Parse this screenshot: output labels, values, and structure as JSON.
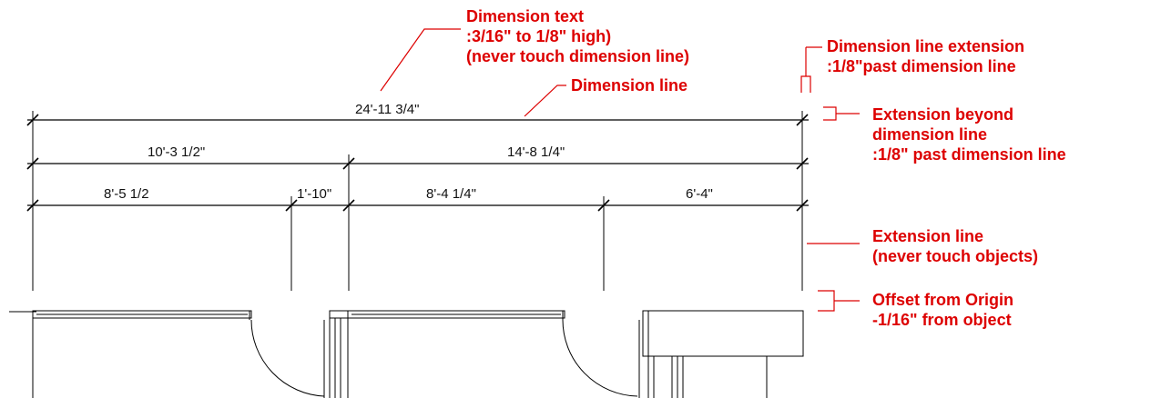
{
  "colors": {
    "annotation": "#dd0000",
    "linework": "#000000",
    "background": "#ffffff"
  },
  "dimensions": {
    "overall": "24'-11 3/4\"",
    "left_group": "10'-3 1/2\"",
    "right_group": "14'-8 1/4\"",
    "seg1": "8'-5 1/2",
    "seg2": "1'-10\"",
    "seg3": "8'-4 1/4\"",
    "seg4": "6'-4\""
  },
  "annotations": {
    "dimension_text": {
      "line1": "Dimension text",
      "line2": ":3/16\" to 1/8\" high)",
      "line3": "(never touch dimension line)"
    },
    "dimension_line": "Dimension line",
    "dimension_line_extension": {
      "line1": "Dimension line extension",
      "line2": ":1/8\"past dimension line"
    },
    "extension_beyond": {
      "line1": "Extension beyond",
      "line2": "dimension line",
      "line3": ":1/8\" past dimension line"
    },
    "extension_line": {
      "line1": "Extension line",
      "line2": "(never touch objects)"
    },
    "offset_from_origin": {
      "line1": "Offset from Origin",
      "line2": "-1/16\" from object"
    }
  }
}
